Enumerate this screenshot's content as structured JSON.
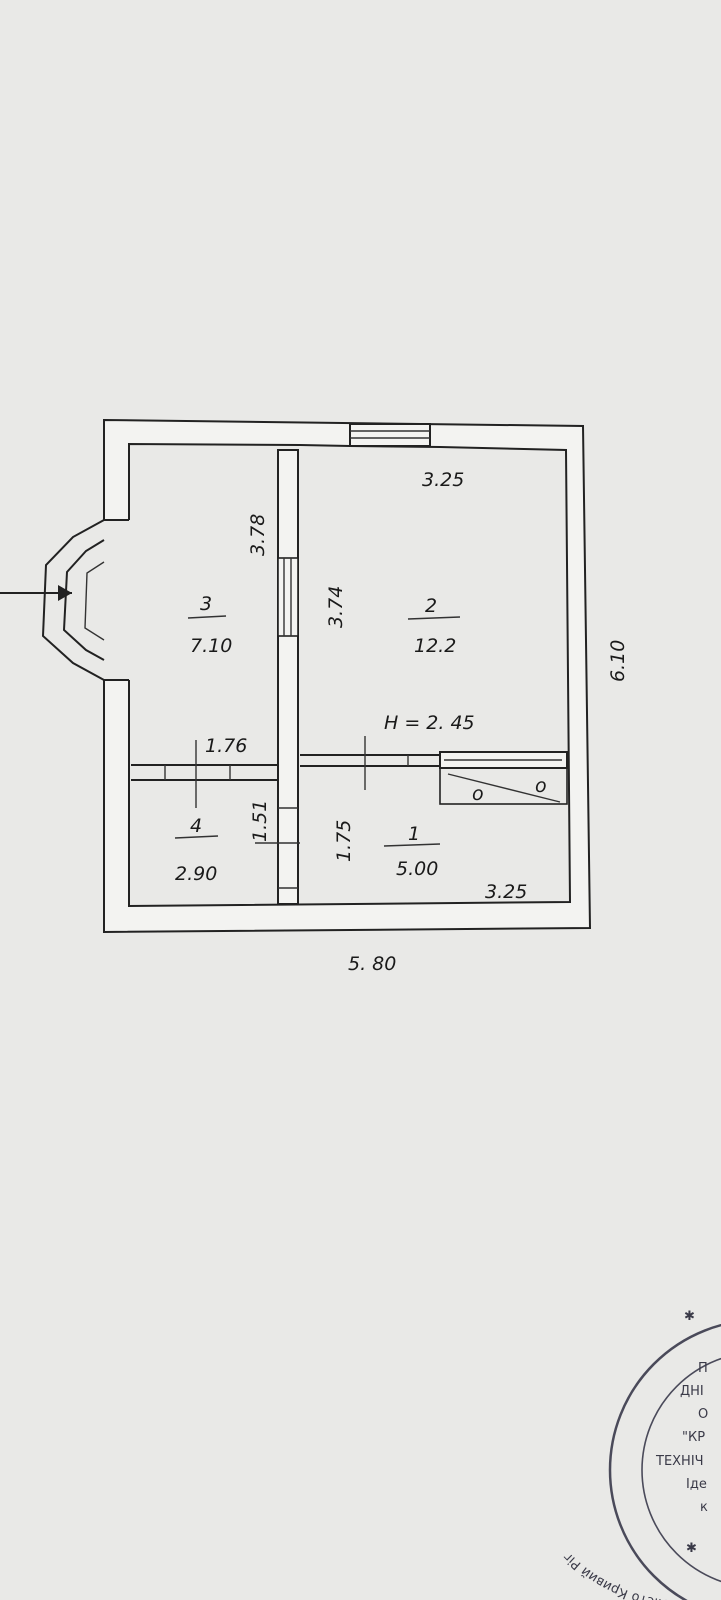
{
  "plan": {
    "overall_width": "5. 80",
    "overall_height": "6.10",
    "top_right_width": "3.25",
    "bottom_right_width": "3.25",
    "wall_length_left": "3.78",
    "wall_length_right": "3.74",
    "corridor_width": "1.76",
    "small_room_height": "1.51",
    "entry_room_height": "1.75",
    "ceiling_height": "H = 2. 45",
    "rooms": [
      {
        "number": "3",
        "area": "7.10"
      },
      {
        "number": "2",
        "area": "12.2"
      },
      {
        "number": "4",
        "area": "2.90"
      },
      {
        "number": "1",
        "area": "5.00"
      }
    ],
    "fixture_marks": [
      "o",
      "o"
    ]
  },
  "stamp": {
    "ring_text": "місто Кривий Ріг",
    "lines": [
      "П",
      "ДНІ",
      "О",
      "\"КР",
      "ТЕХНІЧ",
      "Іде",
      "к"
    ]
  }
}
